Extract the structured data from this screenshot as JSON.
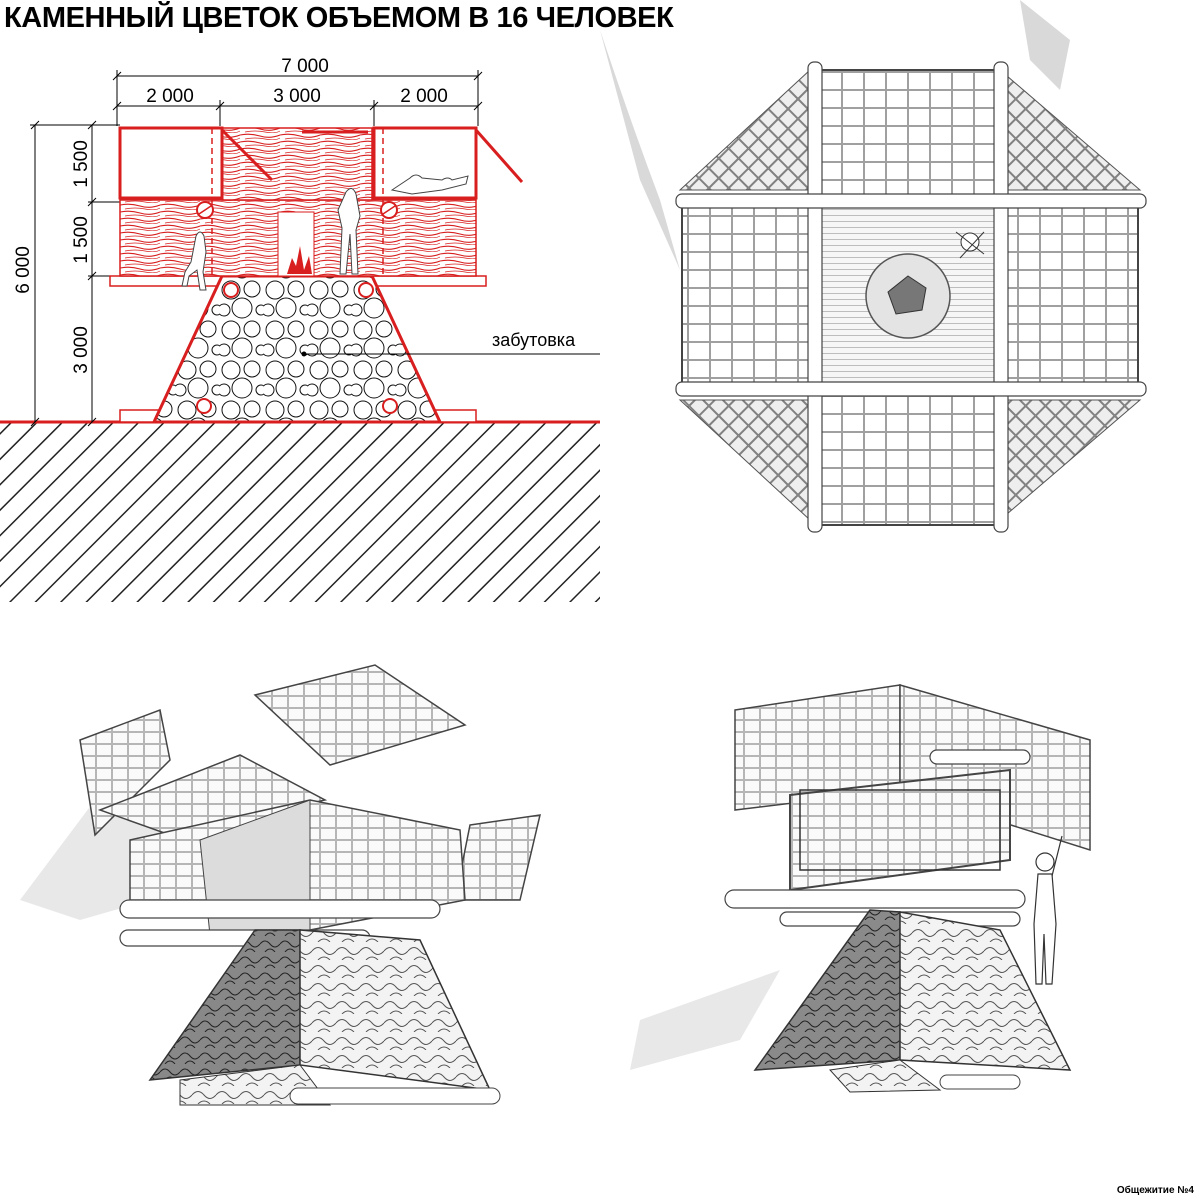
{
  "title": "КАМЕННЫЙ ЦВЕТОК ОБЪЕМОМ В 16 ЧЕЛОВЕК",
  "section": {
    "overall_width": "7 000",
    "module_widths": [
      "2 000",
      "3 000",
      "2 000"
    ],
    "overall_height": "6 000",
    "level_heights": [
      "1 500",
      "1 500",
      "3 000"
    ],
    "annotation": "забутовка",
    "accent_color": "#d81e1e"
  },
  "footer": "Общежитие №4"
}
